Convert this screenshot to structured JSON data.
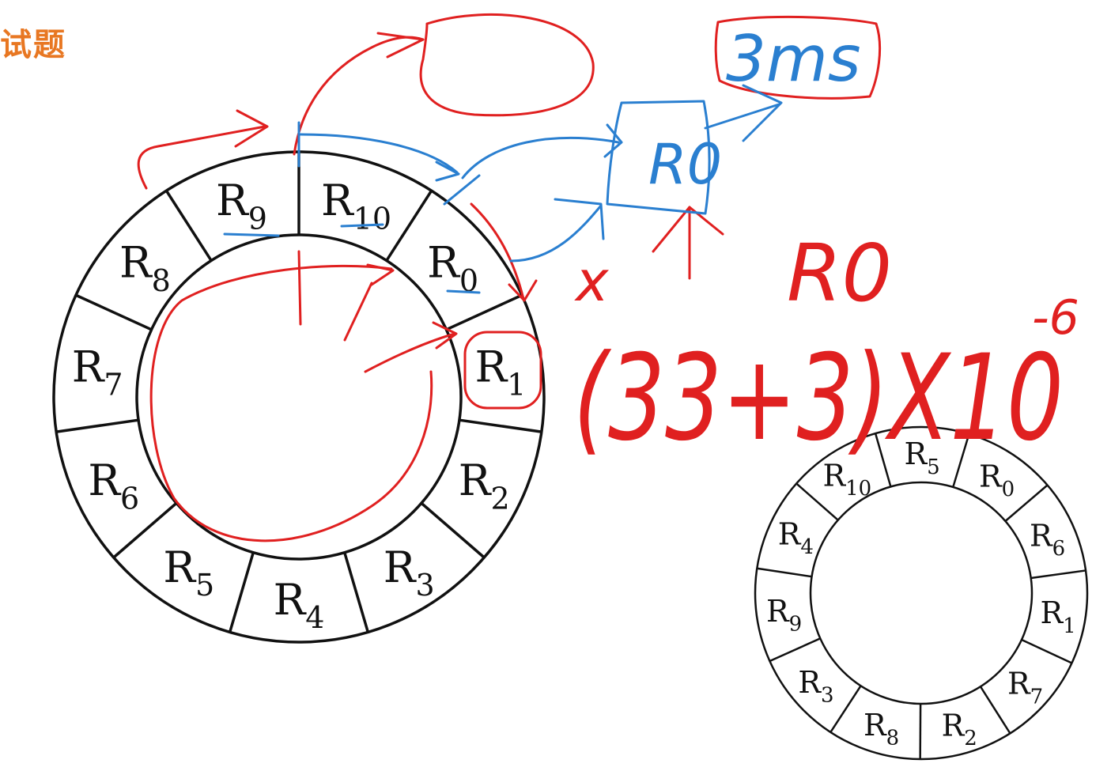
{
  "heading": "试题",
  "large_ring": {
    "sectors": [
      "R10",
      "R0",
      "R1",
      "R2",
      "R3",
      "R4",
      "R5",
      "R6",
      "R7",
      "R8",
      "R9"
    ]
  },
  "small_ring": {
    "sectors": [
      "R5",
      "R0",
      "R6",
      "R1",
      "R7",
      "R2",
      "R8",
      "R3",
      "R9",
      "R4",
      "R10"
    ]
  },
  "annotations": {
    "time_label": "3ms",
    "buffer_label": "R0",
    "register_label": "R0",
    "cross_mark": "x",
    "formula": "(33+3)X10",
    "exponent": "-6"
  },
  "colors": {
    "heading": "#e87722",
    "ink_red": "#e02020",
    "ink_blue": "#2a7fd0",
    "ring": "#111111"
  }
}
